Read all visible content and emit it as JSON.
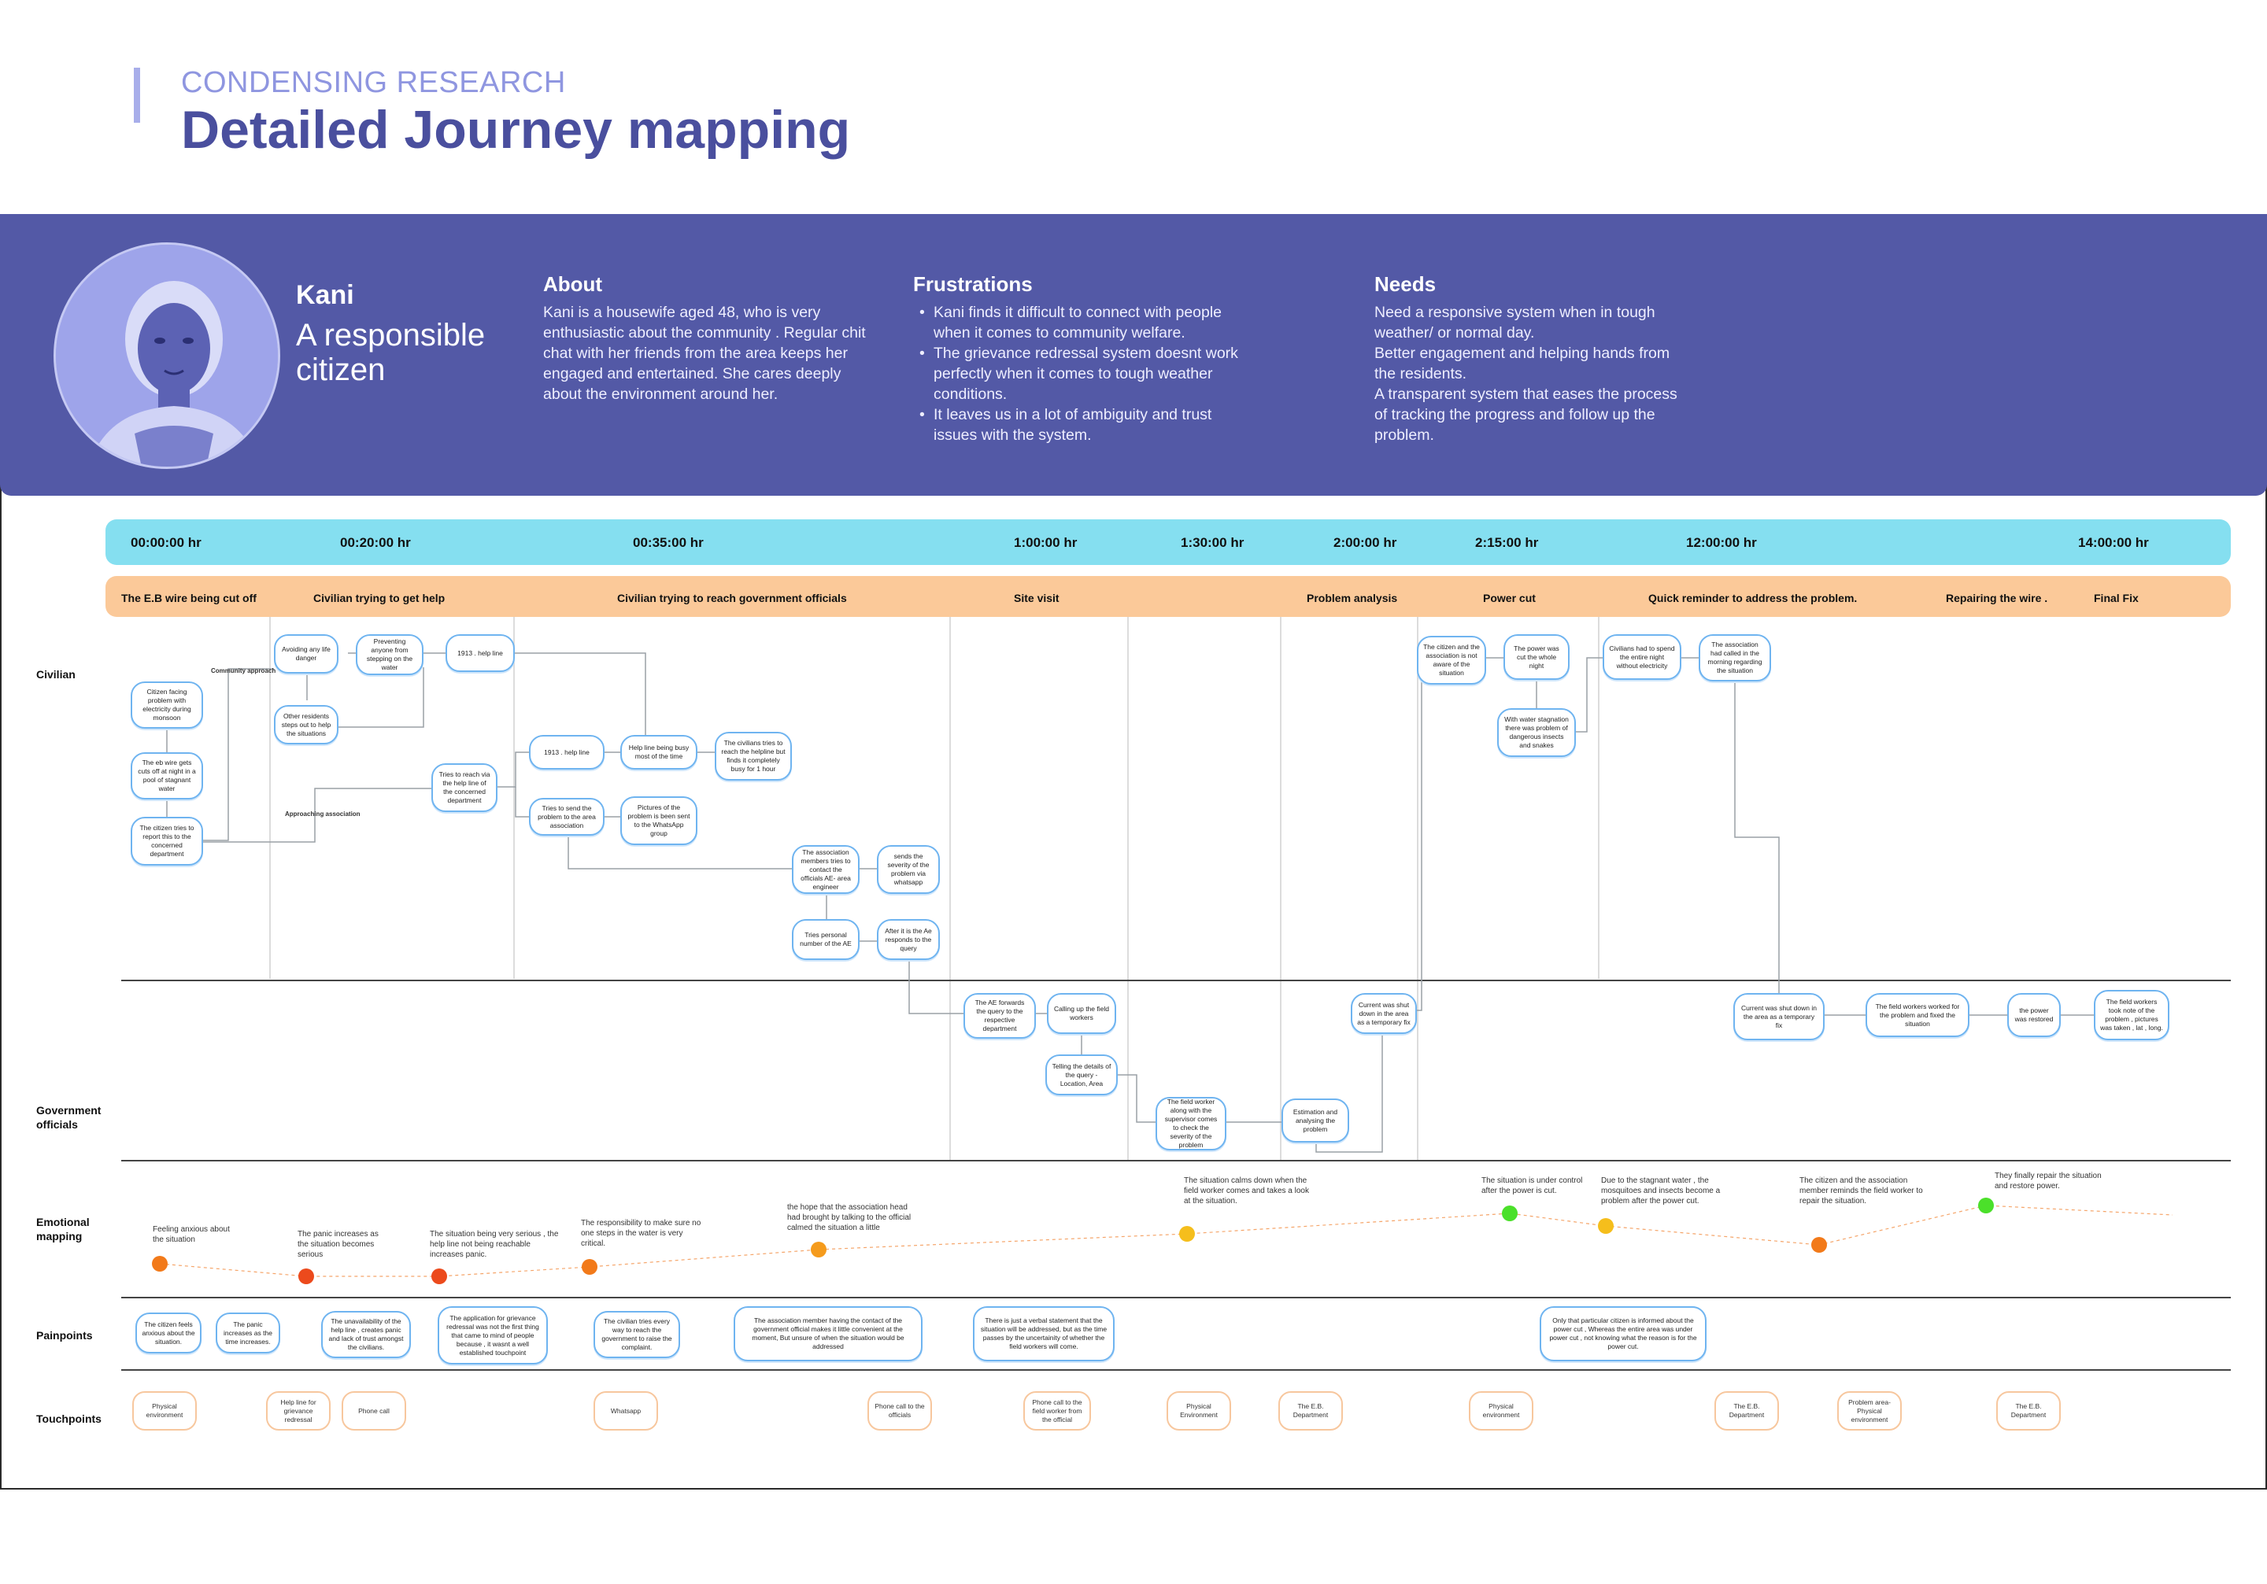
{
  "header": {
    "eyebrow": "CONDENSING RESEARCH",
    "title": "Detailed Journey mapping"
  },
  "persona": {
    "name": "Kani",
    "role": "A responsible citizen",
    "about_heading": "About",
    "about_text": "Kani is a housewife  aged 48, who is very enthusiastic about the community .  Regular chit chat with her friends from the area keeps her engaged and entertained. She cares deeply about the environment around her.",
    "frustrations_heading": "Frustrations",
    "frustrations": [
      "Kani finds it difficult to connect with people when it comes to community welfare.",
      "The grievance redressal system doesnt work perfectly when it comes to tough weather conditions.",
      "It leaves us in a lot of ambiguity and trust issues with the system."
    ],
    "needs_heading": "Needs",
    "needs": [
      "Need a responsive system when in tough weather/ or normal day.",
      "Better engagement and helping hands from the residents.",
      "A transparent system that  eases the process of tracking the progress and follow up the problem."
    ]
  },
  "timeline": [
    "00:00:00 hr",
    "00:20:00 hr",
    "00:35:00 hr",
    "1:00:00 hr",
    "1:30:00 hr",
    "2:00:00 hr",
    "2:15:00 hr",
    "12:00:00 hr",
    "14:00:00 hr"
  ],
  "phases": [
    "The E.B wire being cut off",
    "Civilian trying to get help",
    "Civilian trying to reach government officials",
    "Site visit",
    "Problem analysis",
    "Power cut",
    "Quick reminder to address the problem.",
    "Repairing the wire .",
    "Final Fix"
  ],
  "rows": {
    "civilian": "Civilian",
    "government": "Government officials",
    "emotional": "Emotional mapping",
    "painpoints": "Painpoints",
    "touchpoints": "Touchpoints"
  },
  "labels": {
    "community_approach": "Community approach",
    "approaching_association": "Approaching association"
  },
  "civilian_nodes": [
    "Citizen facing problem with electricity during monsoon",
    "The eb wire gets cuts off at night in a pool of stagnant water",
    "The citizen tries to report this to the concerned department",
    "Avoiding any life danger",
    "Preventing anyone from stepping on the water",
    "1913 . help line",
    "Other residents steps out to help the situations",
    "Tries to reach via the help line of the concerned department",
    "1913 . help line",
    "Help line being busy most of the time",
    "The civilians tries to reach the helpline but finds it completely busy for 1 hour",
    "Tries to send the problem to the area association",
    "Pictures of the problem is been sent to the WhatsApp group",
    "The association members tries to contact the officials AE- area engineer",
    "sends the severity of the problem via whatsapp",
    "Tries personal number of the AE",
    "After it is the Ae responds to the query",
    "The citizen and the association is not aware of the situation",
    "The power was cut the whole night",
    "With water stagnation there was problem of dangerous insects and snakes",
    "Civilians had to spend the entire night without electricity",
    "The association had called in the morning regarding the situation"
  ],
  "government_nodes": [
    "The AE forwards the query to the respective department",
    "Calling up the field workers",
    "Telling the details of the query - Location, Area",
    "The field worker along with the supervisor comes to check the severity of the problem",
    "Estimation and analysing the problem",
    "Current was shut down in the area as a temporary fix",
    "Current was shut down in the area as a temporary fix",
    "The field workers worked for the problem and fixed the situation",
    "the power was restored",
    "The field workers took note of the problem , pictures was taken , lat , long."
  ],
  "emotions": [
    {
      "text": "Feeling anxious about the situation",
      "color": "#f27a1a"
    },
    {
      "text": "The panic increases as the situation becomes serious",
      "color": "#ec4a1c"
    },
    {
      "text": "The situation being very serious , the help line not being reachable increases panic.",
      "color": "#ec4a1c"
    },
    {
      "text": "The responsibility to make sure no one steps in the water is very critical.",
      "color": "#f27a1a"
    },
    {
      "text": "the hope that the association head had brought by talking to the official calmed the situation a little",
      "color": "#f59b1c"
    },
    {
      "text": "The situation calms down when the field worker comes and takes a look at the situation.",
      "color": "#f5be1c"
    },
    {
      "text": "The situation is under control after the power is cut.",
      "color": "#4be02a"
    },
    {
      "text": "Due to the stagnant water , the mosquitoes and insects become a problem after the power cut.",
      "color": "#f5be1c"
    },
    {
      "text": "The citizen and the association member reminds the field worker to repair the situation.",
      "color": "#f27a1a"
    },
    {
      "text": "They finally repair the situation and restore power.",
      "color": "#4be02a"
    }
  ],
  "painpoints": [
    "The citizen feels anxious about the situation.",
    "The panic increases as the time increases.",
    "The unavailability of the help line , creates panic and lack of trust amongst the civilians.",
    "The application for grievance redressal was not the first thing that came to mind of people because , it wasnt a well established touchpoint",
    "The civilian tries every way to reach the government to raise the complaint.",
    "The association member having the contact of the government official makes it little convenient at the moment, But unsure of when the situation would be addressed",
    "There is just a verbal statement that the situation will be addressed, but as the time passes by the uncertainity of whether the field workers will come.",
    "Only that particular citizen is informed about the power cut , Whereas the entire area was under power cut , not knowing what the reason is for the power cut."
  ],
  "touchpoints": [
    "Physical environment",
    "Help line for grievance redressal",
    "Phone call",
    "Whatsapp",
    "Phone call to the officials",
    "Phone call to the field worker from the official",
    "Physical Environment",
    "The E.B. Department",
    "Physical environment",
    "The E.B. Department",
    "Problem area- Physical environment",
    "The E.B. Department"
  ]
}
